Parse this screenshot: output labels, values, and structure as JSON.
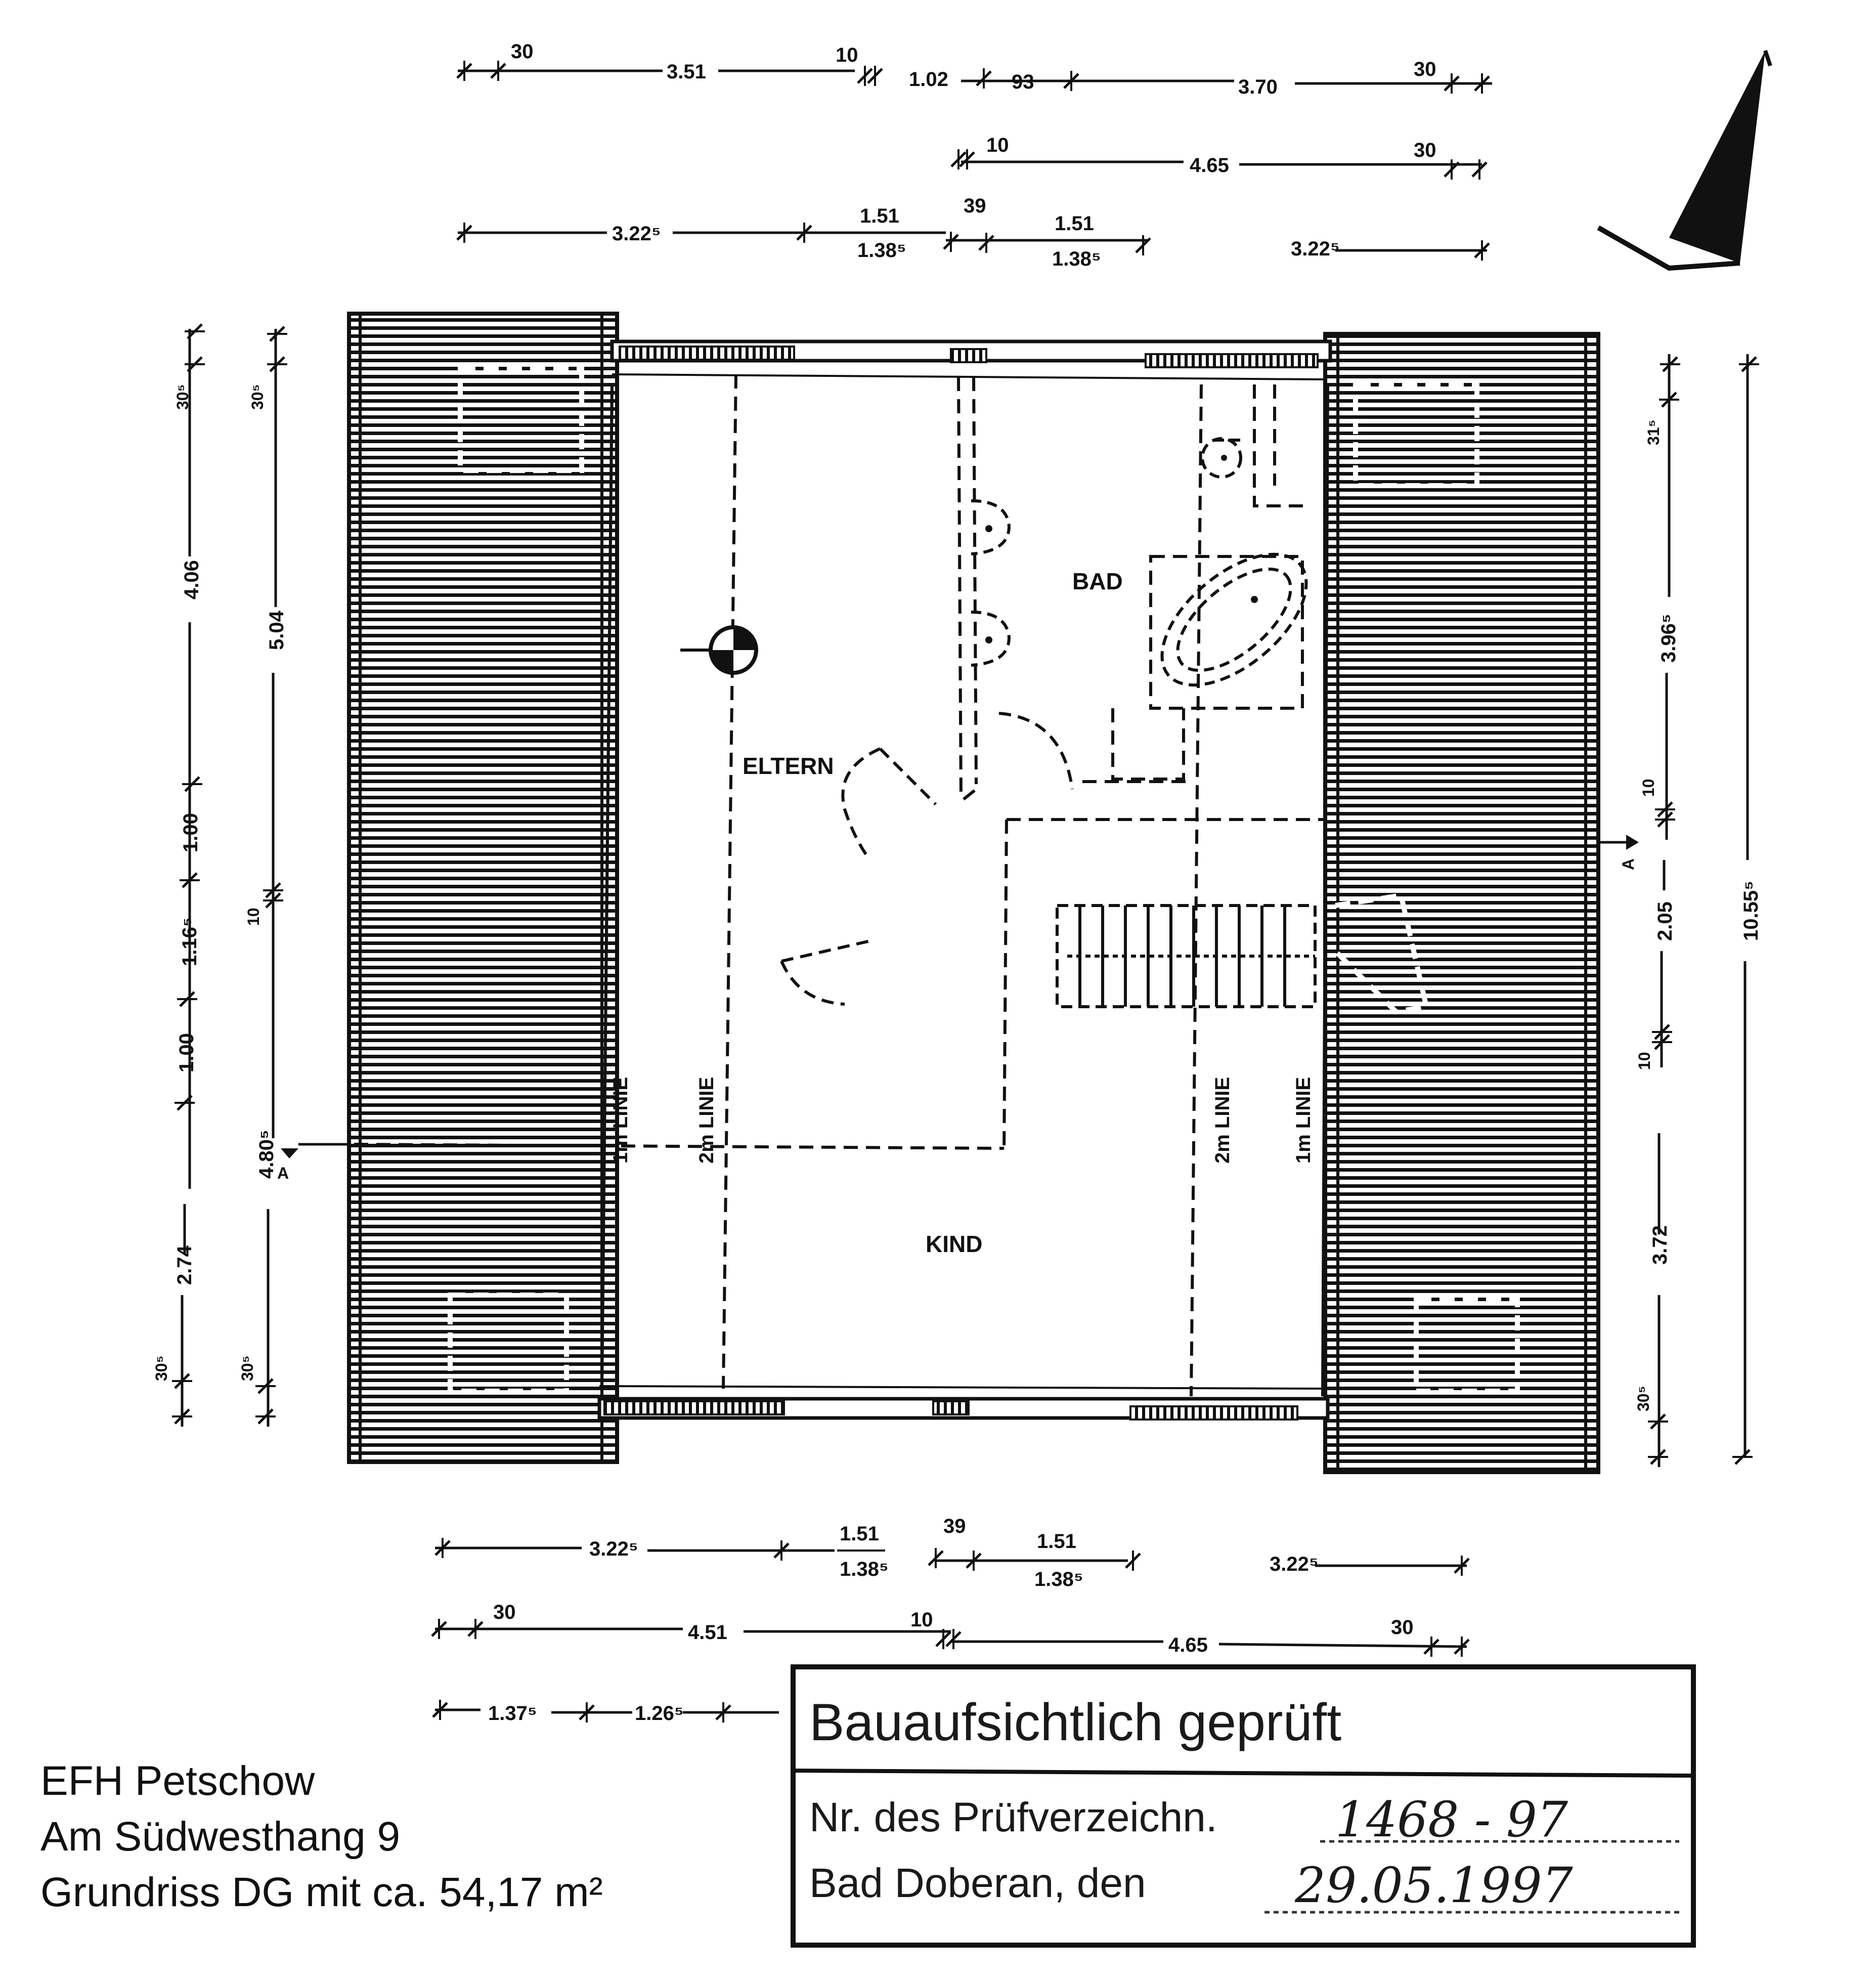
{
  "caption": {
    "line1": "EFH Petschow",
    "line2": "Am Südwesthang 9",
    "line3": "Grundriss DG mit ca. 54,17 m²"
  },
  "rooms": {
    "eltern": "ELTERN",
    "bad": "BAD",
    "kind": "KIND"
  },
  "lines": {
    "one_m": "1m LINIE",
    "two_m": "2m LINIE"
  },
  "section_marker": "A",
  "dimensions": {
    "top_row1": [
      "30",
      "3.51",
      "10",
      "1.02",
      "93",
      "3.70",
      "30"
    ],
    "top_row2": [
      "10",
      "4.65",
      "30"
    ],
    "top_row3": [
      "3.22⁵",
      "1.51",
      "1.38⁵",
      "39",
      "1.51",
      "1.38⁵",
      "3.22⁵"
    ],
    "left_outer": [
      "30⁵",
      "4.06",
      "1.00",
      "1.16⁵",
      "1.00",
      "2.74",
      "30⁵"
    ],
    "left_inner": [
      "30⁵",
      "5.04",
      "10",
      "4.80⁵",
      "30⁵"
    ],
    "right_inner": [
      "31⁵",
      "3.96⁵",
      "10",
      "2.05",
      "10",
      "3.72",
      "30⁵"
    ],
    "right_outer": [
      "10.55⁵"
    ],
    "bottom_row1": [
      "3.22⁵",
      "1.51",
      "1.38⁵",
      "39",
      "1.51",
      "1.38⁵",
      "3.22⁵"
    ],
    "bottom_row2": [
      "30",
      "4.51",
      "10",
      "4.65",
      "30"
    ],
    "bottom_row3": [
      "1.37⁵",
      "1.26⁵"
    ]
  },
  "stamp": {
    "title": "Bauaufsichtlich geprüft",
    "line1_label": "Nr. des Prüfverzeichn.",
    "line1_value": "1468 - 97",
    "line2_label": "Bad Doberan, den",
    "line2_value": "29.05.1997"
  }
}
